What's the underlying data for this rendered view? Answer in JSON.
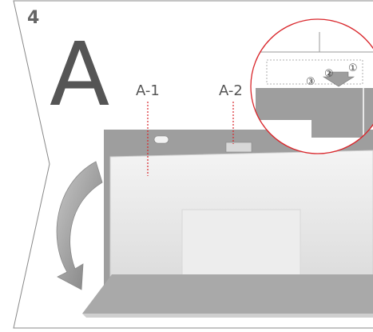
{
  "step_number": "4",
  "part_letter": "A",
  "callouts": {
    "a1": "A-1",
    "a2": "A-2"
  },
  "detail_marks": {
    "m1": "①",
    "m2": "②",
    "m3": "③"
  },
  "colors": {
    "step_frame": "#888888",
    "detail_circle": "#d9262b",
    "callout_dots": "#d9262b",
    "arrow": "#8f8f8f",
    "panel_body": "#9e9e9e"
  }
}
